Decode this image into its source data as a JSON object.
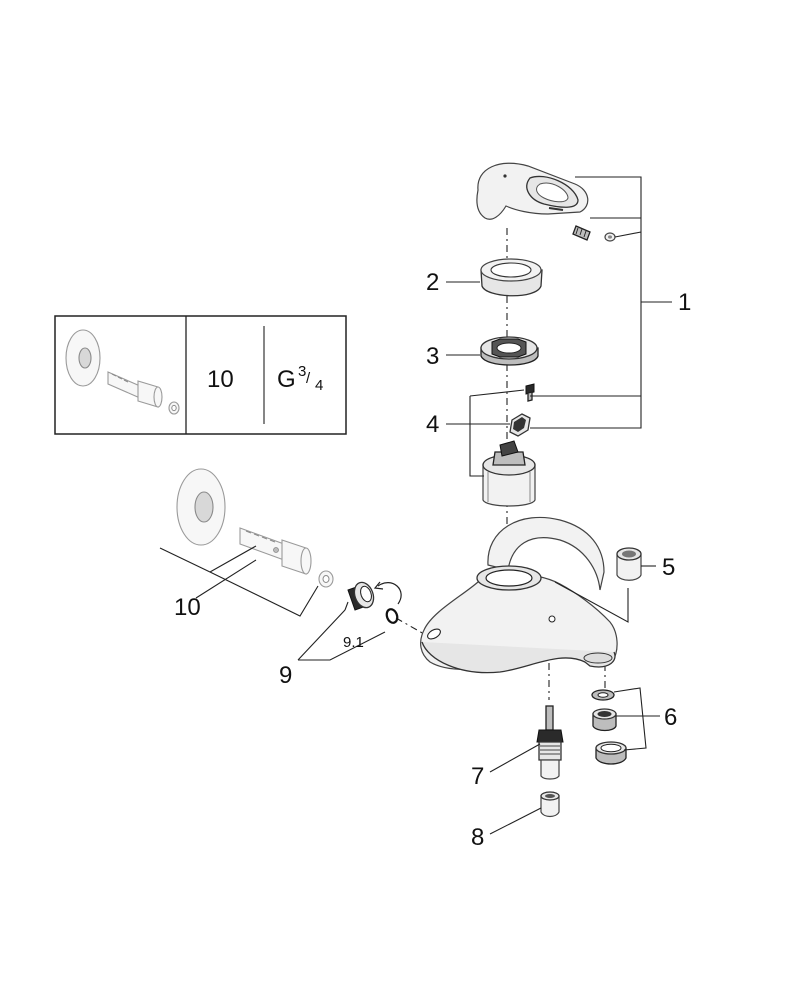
{
  "callouts": {
    "c1": "1",
    "c2": "2",
    "c3": "3",
    "c4": "4",
    "c5": "5",
    "c6": "6",
    "c7": "7",
    "c8": "8",
    "c9": "9",
    "c9_1": "9.1",
    "c10": "10"
  },
  "info_box": {
    "part_number": "10",
    "thread_prefix": "G",
    "thread_numerator": "3",
    "thread_slash": "/",
    "thread_denominator": "4"
  }
}
